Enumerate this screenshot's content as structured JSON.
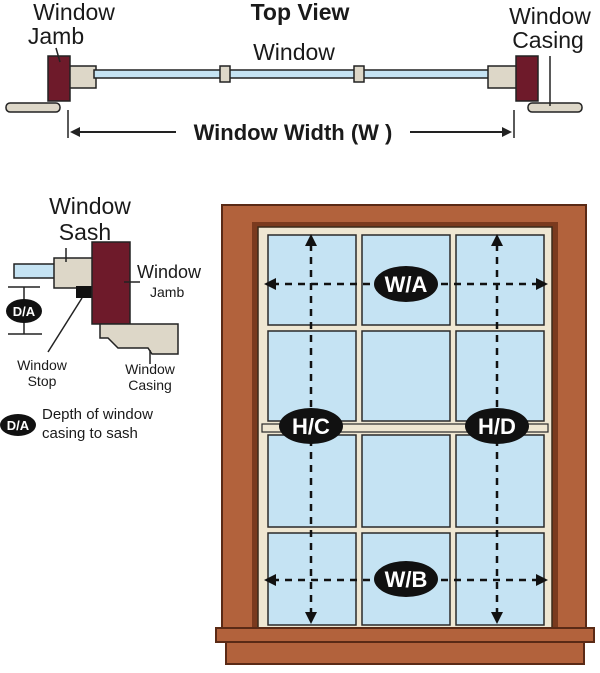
{
  "top_view": {
    "title": "Top View",
    "window_label": "Window",
    "jamb_label": [
      "Window",
      "Jamb"
    ],
    "casing_label": [
      "Window",
      "Casing"
    ],
    "width_label": "Window Width (W )"
  },
  "detail": {
    "sash_label": [
      "Window",
      "Sash"
    ],
    "jamb_label": [
      "Window",
      "Jamb"
    ],
    "stop_label": [
      "Window",
      "Stop"
    ],
    "casing_label": [
      "Window",
      "Casing"
    ],
    "da_badge": "D/A",
    "legend_badge": "D/A",
    "legend_text": [
      "Depth of window",
      "casing to sash"
    ]
  },
  "window_diagram": {
    "badges": {
      "wa": "W/A",
      "wb": "W/B",
      "hc": "H/C",
      "hd": "H/D"
    }
  },
  "colors": {
    "trim": "#b2623c",
    "trim_dark": "#5a2a16",
    "glass": "#c5e3f3",
    "jamb": "#6e1a2a",
    "sill": "#ddd7c8",
    "badge": "#111111"
  }
}
